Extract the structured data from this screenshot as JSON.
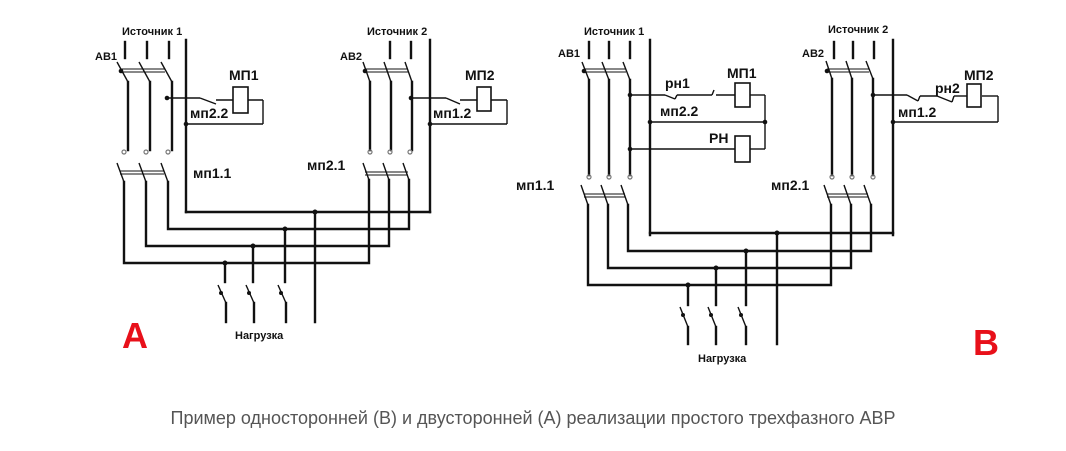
{
  "figure": {
    "caption": "Пример односторонней (В) и двусторонней (А) реализации простого трехфазного АВР",
    "caption_color": "#555555",
    "label_color": "#e8101a"
  },
  "diagram_a": {
    "letter": "A",
    "source1": "Источник 1",
    "source2": "Источник 2",
    "breaker1": "АВ1",
    "breaker2": "АВ2",
    "coil1": "МП1",
    "coil2": "МП2",
    "contact_coil1": "мп2.2",
    "contact_coil2": "мп1.2",
    "main_contact1": "мп1.1",
    "main_contact2": "мп2.1",
    "load": "Нагрузка"
  },
  "diagram_b": {
    "letter": "B",
    "source1": "Источник 1",
    "source2": "Источник 2",
    "breaker1": "АВ1",
    "breaker2": "АВ2",
    "coil1": "МП1",
    "coil2": "МП2",
    "relay_contact1": "рн1",
    "relay_contact2": "рн2",
    "relay": "РН",
    "contact_coil1": "мп2.2",
    "contact_coil2": "мп1.2",
    "main_contact1": "мп1.1",
    "main_contact2": "мп2.1",
    "load": "Нагрузка"
  }
}
